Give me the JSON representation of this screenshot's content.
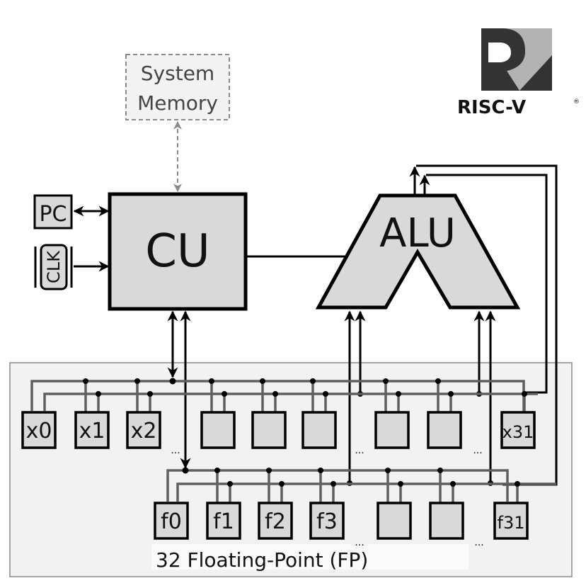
{
  "logo": {
    "text": "RISC-V",
    "registered": "®"
  },
  "memory": {
    "line1": "System",
    "line2": "Memory"
  },
  "cu": {
    "label": "CU"
  },
  "alu": {
    "label": "ALU"
  },
  "pc": {
    "label": "PC"
  },
  "clk": {
    "label": "CLK"
  },
  "int_registers": [
    "x0",
    "x1",
    "x2",
    "",
    "",
    "",
    "",
    "",
    "x31"
  ],
  "fp_registers": [
    "f0",
    "f1",
    "f2",
    "f3",
    "",
    "",
    "f31"
  ],
  "ellipsis": "...",
  "fp_caption": "32 Floating-Point (FP)",
  "colors": {
    "block_fill": "#d9d9d9",
    "panel_fill": "#f2f2f2",
    "bus": "#5f5f5f",
    "wire": "#000000",
    "memory_stroke": "#8a8a8a",
    "logo_dark": "#333333",
    "logo_light": "#b3b3b3"
  }
}
